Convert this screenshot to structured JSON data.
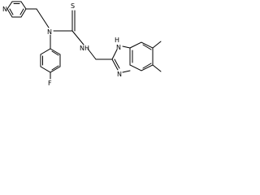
{
  "structure": {
    "atoms": {
      "pyridine_n": "N",
      "central_n": "N",
      "thione_s": "S",
      "amide_nh": "NH",
      "fluorine": "F",
      "imidazole_nh": "N",
      "imidazole_nh_h": "H",
      "imidazole_n": "N"
    }
  },
  "colors": {
    "bond": "#000000",
    "label": "#000000",
    "background": "#ffffff"
  }
}
